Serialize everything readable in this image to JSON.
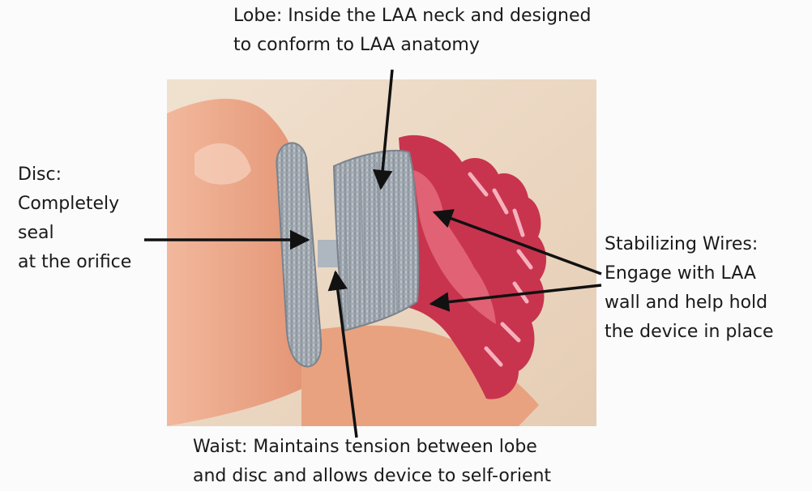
{
  "labels": {
    "lobe": {
      "line1": "Lobe: Inside the LAA neck and designed",
      "line2": "to conform to LAA anatomy"
    },
    "disc": {
      "line1": "Disc:",
      "line2": "Completely",
      "line3": "seal",
      "line4": "at the orifice"
    },
    "stabilizing_wires": {
      "line1": "Stabilizing Wires:",
      "line2": "Engage with LAA",
      "line3": "wall and help hold",
      "line4": "the device in place"
    },
    "waist": {
      "line1": "Waist: Maintains tension between lobe",
      "line2": "and disc and allows device to self-orient"
    }
  },
  "colors": {
    "tissue": "#e8a78a",
    "appendage_wall": "#c8344e",
    "device_mesh": "#9fa7b0",
    "background_panel": "#ead7c3",
    "arrow": "#111111"
  }
}
